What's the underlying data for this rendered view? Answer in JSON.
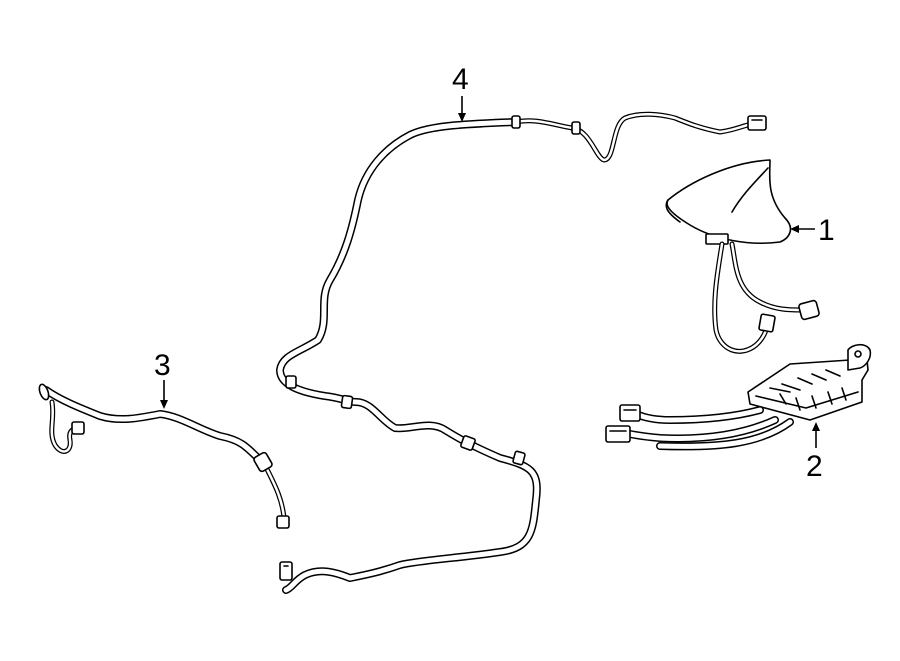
{
  "callouts": [
    {
      "id": "1",
      "label": "1",
      "part": "antenna"
    },
    {
      "id": "2",
      "label": "2",
      "part": "antenna-amplifier-module"
    },
    {
      "id": "3",
      "label": "3",
      "part": "antenna-cable-short"
    },
    {
      "id": "4",
      "label": "4",
      "part": "antenna-cable-long"
    }
  ],
  "colors": {
    "background": "#ffffff",
    "line": "#000000"
  }
}
